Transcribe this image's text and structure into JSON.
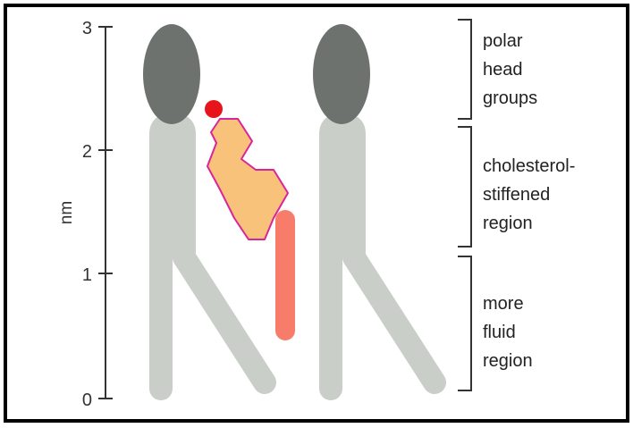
{
  "axis": {
    "unit_label": "nm",
    "ticks": [
      "3",
      "2",
      "1",
      "0"
    ]
  },
  "regions": [
    {
      "lines": [
        "polar",
        "head",
        "groups"
      ]
    },
    {
      "lines": [
        "cholesterol-",
        "stiffened",
        "region"
      ]
    },
    {
      "lines": [
        "more",
        "fluid",
        "region"
      ]
    }
  ],
  "colors": {
    "frame": "#000000",
    "head_group": "#6e726f",
    "tail": "#c9cfc8",
    "steroid_ring_fill": "#f9c27b",
    "steroid_ring_stroke": "#d9259a",
    "hydroxyl": "#e8141b",
    "hydrocarbon_tail": "#f77d6a",
    "axis": "#333333"
  }
}
